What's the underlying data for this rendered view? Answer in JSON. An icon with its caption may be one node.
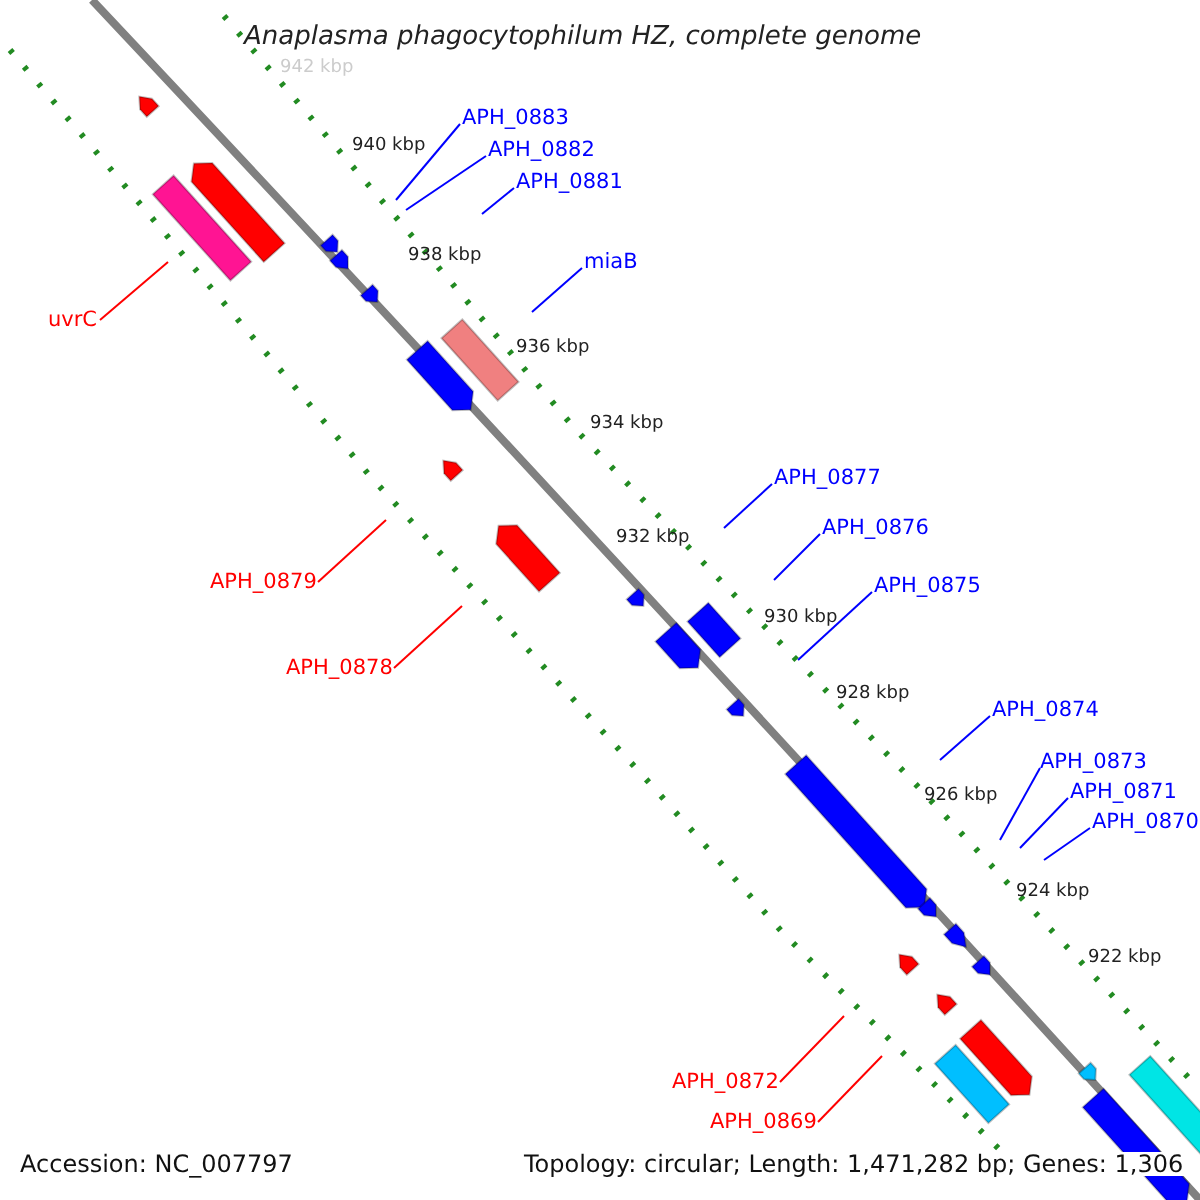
{
  "diagram": {
    "title": "Anaplasma phagocytophilum HZ, complete genome",
    "nodes": [
      {
        "text": [
          "APH_0883"
        ]
      },
      {
        "text": [
          "APH_0882"
        ]
      },
      {
        "text": [
          "APH_0881"
        ]
      },
      {
        "text": [
          "miaB"
        ]
      },
      {
        "text": [
          "uvrC"
        ]
      },
      {
        "text": [
          "APH_0877"
        ]
      },
      {
        "text": [
          "APH_0876"
        ]
      },
      {
        "text": [
          "APH_0879"
        ]
      },
      {
        "text": [
          "APH_0875"
        ]
      },
      {
        "text": [
          "APH_0878"
        ]
      },
      {
        "text": [
          "APH_0874"
        ]
      },
      {
        "text": [
          "APH_0873"
        ]
      },
      {
        "text": [
          "APH_0871"
        ]
      },
      {
        "text": [
          "APH_0870"
        ]
      },
      {
        "text": [
          "APH_0872"
        ]
      },
      {
        "text": [
          "APH_0869"
        ]
      }
    ],
    "edges": [
      {
        "from": 0,
        "to": null,
        "arrow": "none"
      },
      {
        "from": 1,
        "to": null,
        "arrow": "none"
      },
      {
        "from": 2,
        "to": null,
        "arrow": "none"
      },
      {
        "from": 3,
        "to": null,
        "arrow": "none"
      },
      {
        "from": 4,
        "to": null,
        "arrow": "none",
        "color": "#ff0000"
      },
      {
        "from": 5,
        "to": null,
        "arrow": "none"
      },
      {
        "from": 6,
        "to": null,
        "arrow": "none"
      },
      {
        "from": 7,
        "to": null,
        "arrow": "none",
        "color": "#ff0000"
      },
      {
        "from": 8,
        "to": null,
        "arrow": "none"
      },
      {
        "from": 9,
        "to": null,
        "arrow": "none",
        "color": "#ff0000"
      },
      {
        "from": 10,
        "to": null,
        "arrow": "none"
      },
      {
        "from": 11,
        "to": null,
        "arrow": "none"
      },
      {
        "from": 12,
        "to": null,
        "arrow": "none"
      },
      {
        "from": 13,
        "to": null,
        "arrow": "none"
      },
      {
        "from": 14,
        "to": null,
        "arrow": "none",
        "color": "#ff0000"
      },
      {
        "from": 15,
        "to": null,
        "arrow": "none",
        "color": "#ff0000"
      }
    ],
    "labels": [
      "942 kbp",
      "940 kbp",
      "938 kbp",
      "936 kbp",
      "934 kbp",
      "932 kbp",
      "930 kbp",
      "928 kbp",
      "926 kbp",
      "924 kbp",
      "922 kbp",
      "Accession: NC_007797",
      "Topology: circular; Length: 1,471,282 bp; Genes: 1,306"
    ]
  }
}
